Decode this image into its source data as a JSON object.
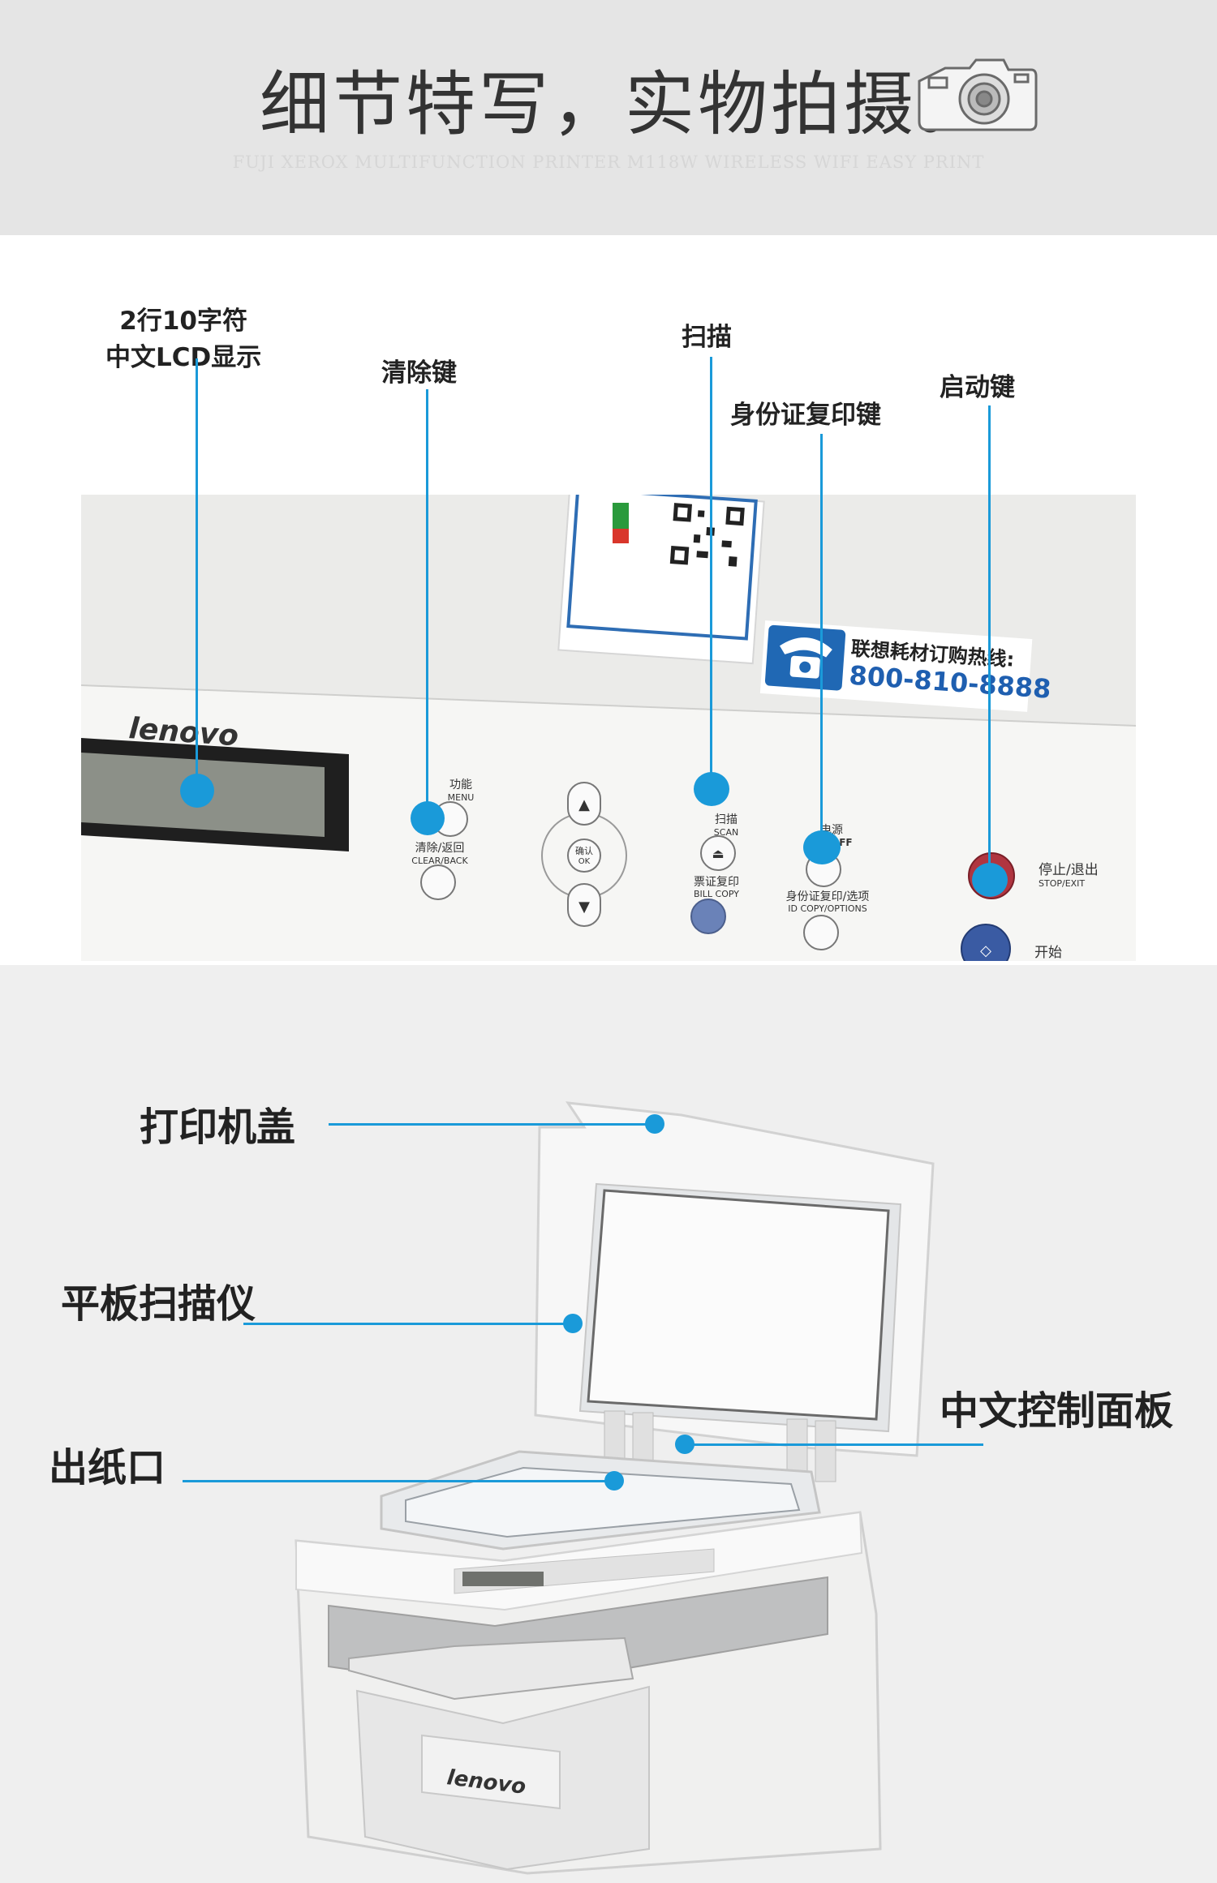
{
  "banner": {
    "title": "细节特写，实物拍摄。",
    "subtitle": "FUJI XEROX MULTIFUNCTION PRINTER M118W WIRELESS WIFI EASY PRINT"
  },
  "panel_callouts": {
    "lcd": {
      "line1": "2行10字符",
      "line2": "中文LCD显示"
    },
    "clear": "清除键",
    "scan": "扫描",
    "id_copy": "身份证复印键",
    "start": "启动键"
  },
  "panel_photo": {
    "brand": "lenovo",
    "hotline_title": "联想耗材订购热线:",
    "hotline_number": "800-810-8888",
    "buttons": {
      "menu": {
        "cn": "功能",
        "en": "MENU"
      },
      "clear": {
        "cn": "清除/返回",
        "en": "CLEAR/BACK"
      },
      "ok": {
        "cn": "确认",
        "en": "OK"
      },
      "scan": {
        "cn": "扫描",
        "en": "SCAN"
      },
      "bill_copy": {
        "cn": "票证复印",
        "en": "BILL COPY"
      },
      "power": {
        "cn": "电源",
        "en": "ON/OFF"
      },
      "id_copy": {
        "cn": "身份证复印/选项",
        "en": "ID COPY/OPTIONS"
      },
      "stop": {
        "cn": "停止/退出",
        "en": "STOP/EXIT"
      },
      "start": {
        "cn": "开始"
      }
    }
  },
  "printer_parts": {
    "cover": "打印机盖",
    "flatbed": "平板扫描仪",
    "output": "出纸口",
    "control_panel": "中文控制面板",
    "brand": "lenovo"
  },
  "colors": {
    "accent": "#1a9ad9",
    "banner_bg": "#e5e5e5",
    "section_bg": "#efefef"
  }
}
